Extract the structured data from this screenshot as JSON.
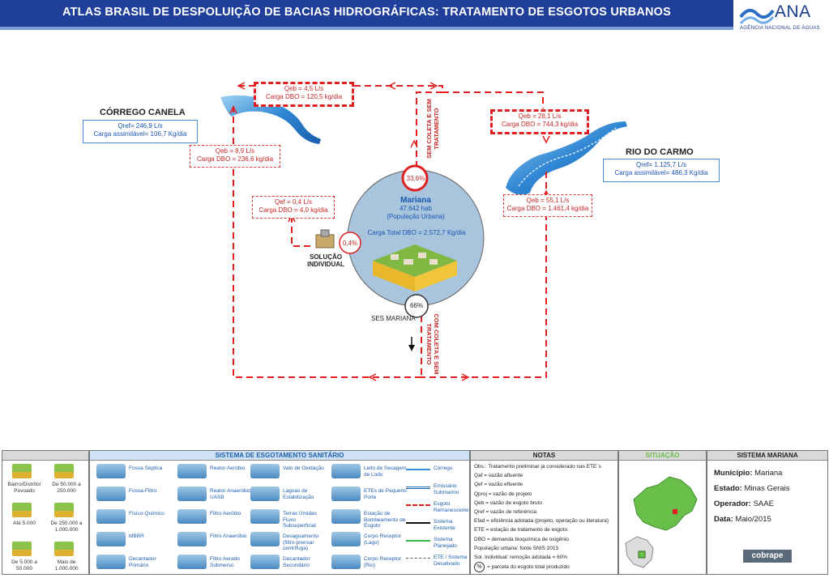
{
  "header": {
    "title": "ATLAS BRASIL DE DESPOLUIÇÃO DE BACIAS HIDROGRÁFICAS: TRATAMENTO DE ESGOTOS URBANOS",
    "logo_text": "ANA",
    "logo_sub": "AGÊNCIA NACIONAL DE ÁGUAS"
  },
  "diagram": {
    "river_left": {
      "name": "CÓRREGO CANELA",
      "qref": "Qref= 246,9 L/s",
      "carga": "Carga assimilável= 106,7 Kg/dia"
    },
    "river_right": {
      "name": "RIO DO CARMO",
      "qref": "Qref= 1.125,7 L/s",
      "carga": "Carga assimilável= 486,3 Kg/dia"
    },
    "top_left_flow": {
      "qeb": "Qeb = 4,5 L/s",
      "carga": "Carga DBO = 120,5 kg/dia"
    },
    "top_right_flow": {
      "qeb": "Qeb = 28,1 L/s",
      "carga": "Carga DBO = 744,3 kg/dia"
    },
    "left_flow": {
      "qeb": "Qeb = 8,9 L/s",
      "carga": "Carga DBO = 236,6 kg/dia"
    },
    "right_flow": {
      "qeb": "Qeb = 55,1 L/s",
      "carga": "Carga DBO = 1.461,4 kg/dia"
    },
    "individual_flow": {
      "qef": "Qef = 0,4 L/s",
      "carga": "Carga DBO = 4,0 kg/dia"
    },
    "city": {
      "name": "Mariana",
      "pop": "47.642 hab",
      "pop_type": "(População Urbana)",
      "carga_total": "Carga Total DBO = 2.572,7 Kg/dia"
    },
    "pct_top": "33,6%",
    "pct_individual": "0,4%",
    "pct_bottom": "66%",
    "label_individual": "SOLUÇÃO INDIVIDUAL",
    "label_ses": "SES MARIANA",
    "label_sem_coleta": "SEM COLETA E SEM TRATAMENTO",
    "label_com_coleta": "COM COLETA E SEM TRATAMENTO"
  },
  "legend": {
    "pop_items": [
      "Bairro/Distrito/ Povoado",
      "De 50.000 a 250.000",
      "Até 5.000",
      "De 250.000 a 1.000.000",
      "De 5.000 a 50.000",
      "Mais de 1.000.000"
    ],
    "sistema_title": "SISTEMA DE ESGOTAMENTO SANITÁRIO",
    "sistema_items": [
      "Fossa Séptica",
      "Reator Aeróbio",
      "Valo de Oxidação",
      "Leito de Secagem de Lodo",
      "Fossa-Filtro",
      "Reator Anaeróbio / UASB",
      "Lagoas de Estabilização",
      "ETEs de Pequeno Porte",
      "Físico-Químico",
      "Filtro Aeróbio",
      "Terras Úmidas Fluxo Subsuperficial",
      "Estação de Bombeamento de Esgoto",
      "MBBR",
      "Filtro Anaeróbio",
      "Desaguamento (filtro-prensa/ centrífuga)",
      "Corpo Receptor (Lago)",
      "Decantador Primário",
      "Filtro Aerado Submerso",
      "Decantador Secundário",
      "Corpo Receptor (Rio)"
    ],
    "line_items": [
      "Córrego",
      "Emissário Submarino",
      "Esgoto Remanescente",
      "Sistema Existente",
      "Sistema Planejado",
      "ETE / Sistema Desativado"
    ],
    "notas_title": "NOTAS",
    "notas": [
      "Obs.: Tratamento preliminar já considerado nas ETE´s",
      "Qaf = vazão afluente",
      "Qef = vazão efluente",
      "Qproj = vazão de projeto",
      "Qeb = vazão de esgoto bruto",
      "Qref = vazão de referência",
      "Efad = eficiência adotada (projeto, operação ou literatura)",
      "ETE = estação de tratamento de esgoto",
      "DBO = demanda bioquímica de oxigênio",
      "População urbana: fonte SNIS 2013",
      "Sol. Individual: remoção adotada = 60%",
      "= parcela do esgoto total produzido"
    ],
    "notas_pct_symbol": "%",
    "situacao_title": "SITUAÇÃO",
    "sistema_mariana_title": "SISTEMA MARIANA",
    "municipio_label": "Município:",
    "municipio": "Mariana",
    "estado_label": "Estado:",
    "estado": "Minas Gerais",
    "operador_label": "Operador:",
    "operador": "SAAE",
    "data_label": "Data:",
    "data": "Maio/2015",
    "cobrape": "cobrape"
  },
  "colors": {
    "header_blue": "#1f3f9a",
    "flow_red": "#e02020",
    "river_blue": "#3a8fd6",
    "city_circle": "#a9c4dd",
    "legend_panel_blue": "#1e7bc8",
    "map_green": "#6abf4b"
  }
}
